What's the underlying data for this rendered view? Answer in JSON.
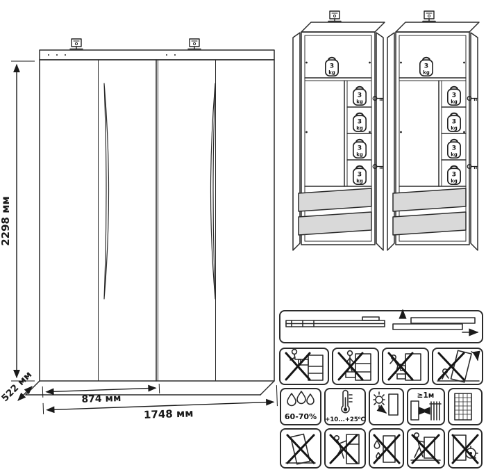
{
  "front_view": {
    "dim_height": "2298 мм",
    "dim_depth": "522 мм",
    "dim_half_width": "874 мм",
    "dim_full_width": "1748 мм"
  },
  "open_view": {
    "shelf_load_value": "3",
    "shelf_load_unit": "kg"
  },
  "care_panel": {
    "humidity": "60-70%",
    "temperature": "+10...+25⁰C",
    "min_distance": "≥1м"
  },
  "icons": {
    "hardware": [
      "wall-bracket",
      "key",
      "shelf-load-weight"
    ],
    "slide_box": "telescopic-drawer-slide",
    "prohibitions_row1": [
      "no-sitting-on-drawer",
      "no-standing-on-drawer",
      "no-climbing",
      "tip-over-hazard"
    ],
    "conditions_row": [
      "humidity",
      "temperature",
      "keep-from-sunlight",
      "radiator-distance",
      "ventilation-grid"
    ],
    "prohibitions_row2": [
      "no-tilt",
      "no-leaning",
      "no-wet-cleaning",
      "no-moving-assembled",
      "no-power-tools"
    ]
  }
}
